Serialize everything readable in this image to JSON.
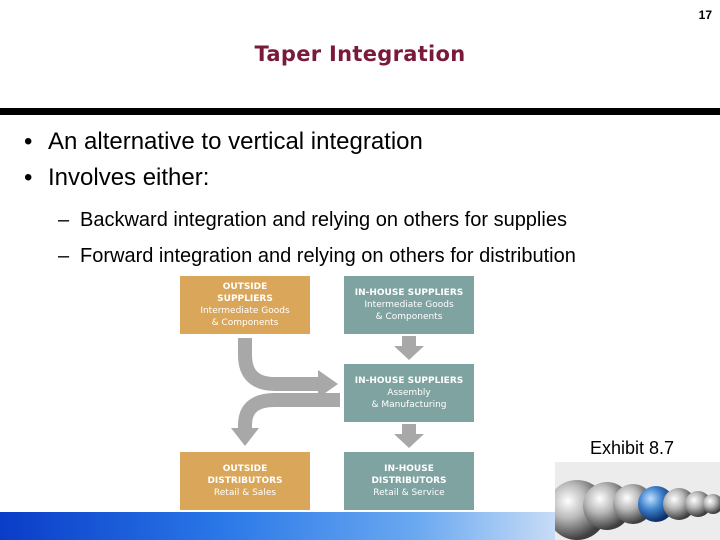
{
  "page_number": "17",
  "title": "Taper Integration",
  "bullets": [
    "An alternative to vertical integration",
    "Involves either:"
  ],
  "sub_bullets": [
    "Backward integration and relying on others for supplies",
    "Forward integration and relying on others for distribution"
  ],
  "diagram": {
    "outside_suppliers": {
      "heading_1": "OUTSIDE",
      "heading_2": "SUPPLIERS",
      "line_1": "Intermediate Goods",
      "line_2": "& Components"
    },
    "inhouse_suppliers_components": {
      "heading": "IN-HOUSE SUPPLIERS",
      "line_1": "Intermediate Goods",
      "line_2": "& Components"
    },
    "inhouse_suppliers_assembly": {
      "heading": "IN-HOUSE SUPPLIERS",
      "line_1": "Assembly",
      "line_2": "& Manufacturing"
    },
    "outside_distributors": {
      "heading_1": "OUTSIDE",
      "heading_2": "DISTRIBUTORS",
      "line_1": "Retail & Sales"
    },
    "inhouse_distributors": {
      "heading_1": "IN-HOUSE",
      "heading_2": "DISTRIBUTORS",
      "line_1": "Retail & Service"
    }
  },
  "exhibit_label": "Exhibit 8.7",
  "colors": {
    "title": "#7a1a3a",
    "outside_box": "#d9a65a",
    "inhouse_box": "#7fa3a1",
    "arrow": "#a8a8a8"
  }
}
